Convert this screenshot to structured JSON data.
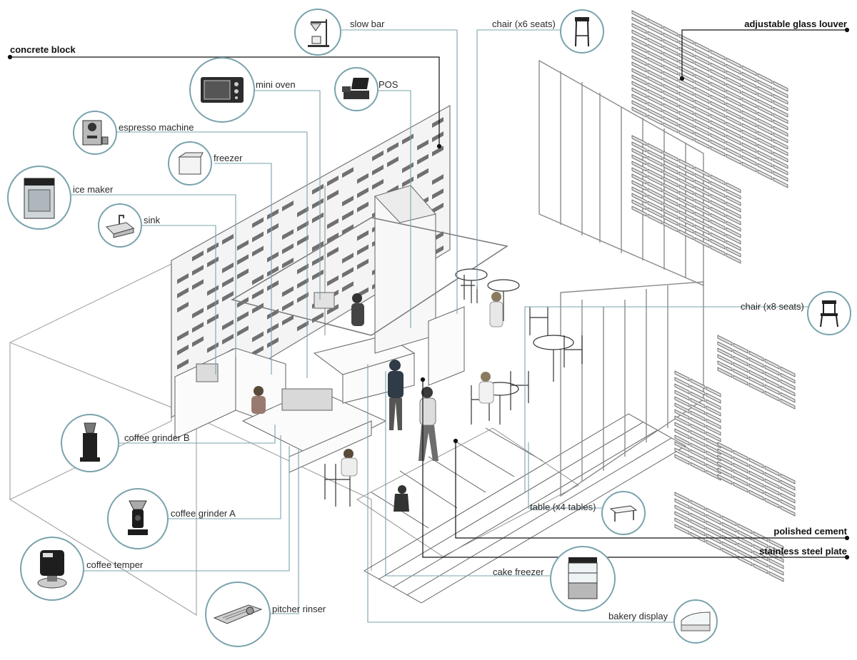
{
  "colors": {
    "leader": "#7aa3ad",
    "ink": "#1a1a1a",
    "wall": "#9a9a9a",
    "block": "#6d6d6d"
  },
  "equipment": {
    "slow_bar": "slow bar",
    "chair_x6": "chair (x6 seats)",
    "mini_oven": "mini oven",
    "pos": "POS",
    "espresso_machine": "espresso machine",
    "freezer": "freezer",
    "ice_maker": "ice maker",
    "sink": "sink",
    "chair_x8": "chair (x8 seats)",
    "coffee_grinder_b": "coffee grinder B",
    "coffee_grinder_a": "coffee grinder A",
    "coffee_temper": "coffee temper",
    "pitcher_rinser": "pitcher rinser",
    "table_x4": "table (x4 tables)",
    "cake_freezer": "cake freezer",
    "bakery_display": "bakery display"
  },
  "materials": {
    "concrete_block": "concrete block",
    "adjustable_glass_louver": "adjustable glass louver",
    "polished_cement": "polished cement",
    "stainless_steel_plate": "stainless steel plate"
  },
  "icons": [
    "slow-bar-icon",
    "chair-icon",
    "oven-icon",
    "pos-icon",
    "espresso-machine-icon",
    "freezer-icon",
    "ice-maker-icon",
    "sink-icon",
    "grinder-icon",
    "temper-icon",
    "rinser-icon",
    "table-icon",
    "cake-freezer-icon",
    "bakery-display-icon"
  ]
}
